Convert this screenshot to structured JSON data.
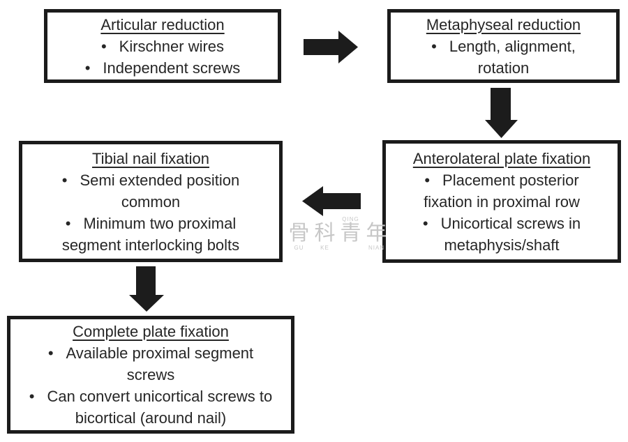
{
  "figure": {
    "background": "#ffffff",
    "border_color": "#1b1b1b",
    "text_color": "#262626",
    "arrow_color": "#1c1c1c",
    "watermark_color": "#c7c7c7"
  },
  "boxes": [
    {
      "id": "articular-reduction",
      "title": "Articular reduction",
      "bullets": [
        {
          "lines": [
            "Kirschner wires"
          ]
        },
        {
          "lines": [
            "Independent screws"
          ]
        }
      ]
    },
    {
      "id": "metaphyseal-reduction",
      "title": "Metaphyseal reduction",
      "bullets": [
        {
          "lines": [
            "Length, alignment,",
            "rotation"
          ]
        }
      ]
    },
    {
      "id": "anterolateral-plate-fixation",
      "title": "Anterolateral plate fixation",
      "bullets": [
        {
          "lines": [
            "Placement posterior",
            "fixation in proximal row"
          ]
        },
        {
          "lines": [
            "Unicortical screws in",
            "metaphysis/shaft"
          ]
        }
      ]
    },
    {
      "id": "tibial-nail-fixation",
      "title": "Tibial nail fixation",
      "bullets": [
        {
          "lines": [
            "Semi extended position",
            "common"
          ]
        },
        {
          "lines": [
            "Minimum two proximal",
            "segment interlocking bolts"
          ]
        }
      ]
    },
    {
      "id": "complete-plate-fixation",
      "title": "Complete plate fixation",
      "bullets": [
        {
          "lines": [
            "Available proximal segment",
            "screws"
          ]
        },
        {
          "lines": [
            "Can convert unicortical screws to",
            "bicortical (around nail)"
          ]
        }
      ]
    }
  ],
  "arrows": [
    {
      "direction": "right",
      "from": "articular-reduction",
      "to": "metaphyseal-reduction"
    },
    {
      "direction": "down",
      "from": "metaphyseal-reduction",
      "to": "anterolateral-plate-fixation"
    },
    {
      "direction": "left",
      "from": "anterolateral-plate-fixation",
      "to": "tibial-nail-fixation"
    },
    {
      "direction": "down",
      "from": "tibial-nail-fixation",
      "to": "complete-plate-fixation"
    }
  ],
  "watermark": {
    "characters": [
      "骨",
      "科",
      "青",
      "年"
    ],
    "pinyin": [
      "GU",
      "KE",
      "QING",
      "NIAN"
    ]
  }
}
